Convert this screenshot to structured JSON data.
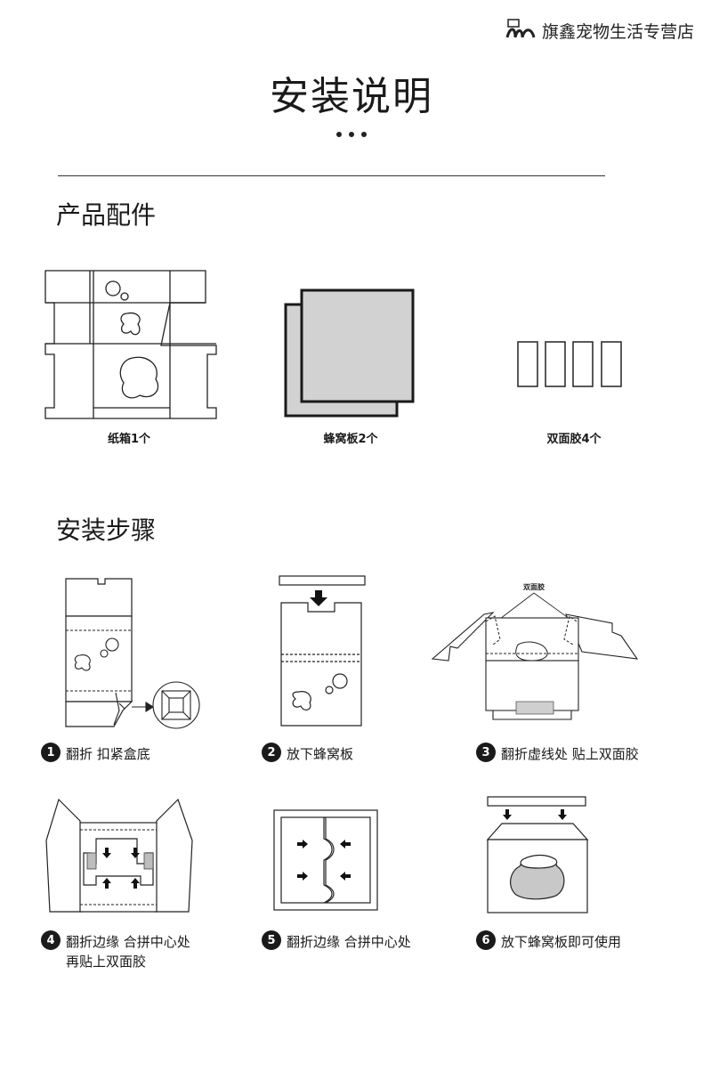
{
  "brand": {
    "name": "旗鑫宠物生活专营店"
  },
  "header": {
    "title": "安装说明"
  },
  "sections": {
    "parts": "产品配件",
    "steps": "安装步骤"
  },
  "parts": [
    {
      "label": "纸箱1个",
      "icon": "cardboard-box-icon"
    },
    {
      "label": "蜂窝板2个",
      "icon": "honeycomb-board-icon"
    },
    {
      "label": "双面胶4个",
      "icon": "double-sided-tape-icon"
    }
  ],
  "steps": [
    {
      "num": "1",
      "line1": "翻折 扣紧盒底",
      "line2": ""
    },
    {
      "num": "2",
      "line1": "放下蜂窝板",
      "line2": ""
    },
    {
      "num": "3",
      "line1": "翻折虚线处 贴上双面胶",
      "line2": "",
      "diagram_label": "双面胶"
    },
    {
      "num": "4",
      "line1": "翻折边缘 合拼中心处",
      "line2": "再贴上双面胶"
    },
    {
      "num": "5",
      "line1": "翻折边缘 合拼中心处",
      "line2": ""
    },
    {
      "num": "6",
      "line1": "放下蜂窝板即可使用",
      "line2": ""
    }
  ],
  "colors": {
    "ink": "#1a1a1a",
    "board_fill": "#d2d2d2",
    "tape_fill": "#bdbdbd"
  }
}
